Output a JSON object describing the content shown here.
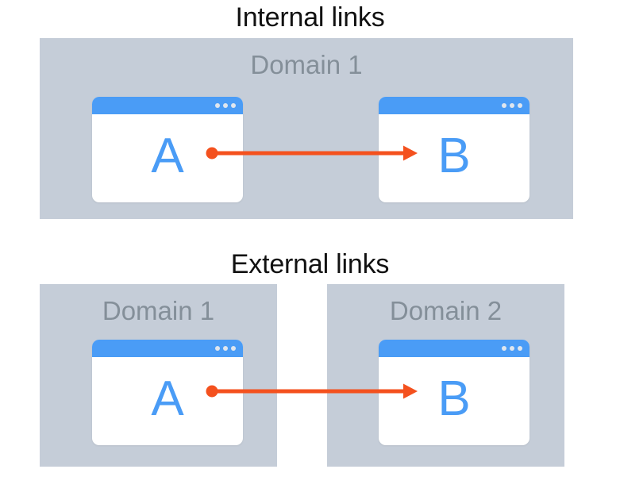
{
  "diagram": {
    "title_internal": "Internal links",
    "title_external": "External links",
    "accent_link_color": "#f4511e",
    "panel_color": "#c5cdd8",
    "panel_shadow_color": "#78858f",
    "window_titlebar_color": "#4a9cf6",
    "letter_color": "#4a9cf6",
    "domain_label_color": "#848f99",
    "title_color": "#111111"
  },
  "sections": [
    {
      "id": "internal",
      "title": "Internal links",
      "panels": [
        {
          "label": "Domain 1",
          "pages": [
            {
              "letter": "A",
              "role": "source"
            },
            {
              "letter": "B",
              "role": "target"
            }
          ]
        }
      ],
      "link": {
        "from": "A",
        "to": "B",
        "crosses_domain": false
      }
    },
    {
      "id": "external",
      "title": "External links",
      "panels": [
        {
          "label": "Domain 1",
          "pages": [
            {
              "letter": "A",
              "role": "source"
            }
          ]
        },
        {
          "label": "Domain 2",
          "pages": [
            {
              "letter": "B",
              "role": "target"
            }
          ]
        }
      ],
      "link": {
        "from": "A",
        "to": "B",
        "crosses_domain": true
      }
    }
  ],
  "window_chrome": {
    "dot_count": 3,
    "dot_color": "#dfe6ee"
  }
}
